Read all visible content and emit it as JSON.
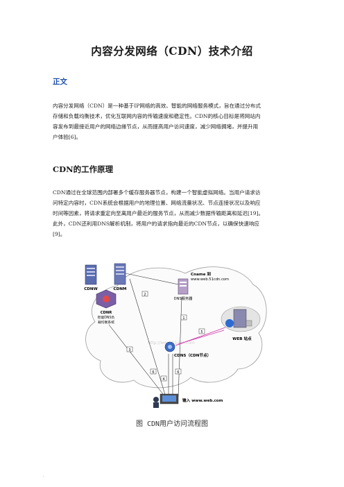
{
  "title": "内容分发网络（CDN）技术介绍",
  "section_label": "正文",
  "para1": [
    "内容分发网络（CDN）是一种基于IP网络的高效、智能的网络服务模式，旨在通过分布式",
    "存储和负载均衡技术，优化互联网内容的传输速度和稳定性。CDN的核心目标是将网站内",
    "容发布到最接近用户的网络边缘节点，从而提高用户访问速度，减少网络拥堵，并提升用",
    "户体验[6]。"
  ],
  "heading2": "CDN的工作原理",
  "para2": [
    "CDN通过在全球范围内部署多个缓存服务器节点，构建一个智能虚拟网络。当用户请求访",
    "问特定内容时，CDN系统会根据用户的地理位置、网络流量状况、节点连接状况以及响应",
    "时间等因素，将请求重定向至离用户最近的服务节点，从而减少数据传输距离和延迟[19]。",
    "此外，CDN还利用DNS解析机制，将用户的请求指向最近的CDN节点，以确保快速响应",
    "[9]。"
  ],
  "figure": {
    "labels": {
      "cdnw": "CDNW",
      "cdnm": "CDNM",
      "cdnr_1": "CDNR",
      "cdnr_2": "智能DNS负",
      "cdnr_3": "载均衡系统",
      "cname_1": "Cname 到",
      "cname_2": "www.web.51cdn.com",
      "dns": "DNS服务器",
      "web": "WEB 站点",
      "cdns": "CDNS（CDN节点）",
      "user": "输入 www.web.com",
      "watermark": "http://www.51cdn.com"
    },
    "steps": [
      "1",
      "2",
      "3",
      "4",
      "5",
      "6",
      "6"
    ]
  },
  "caption": "图 CDN用户访问流程图",
  "footer_dot": "."
}
